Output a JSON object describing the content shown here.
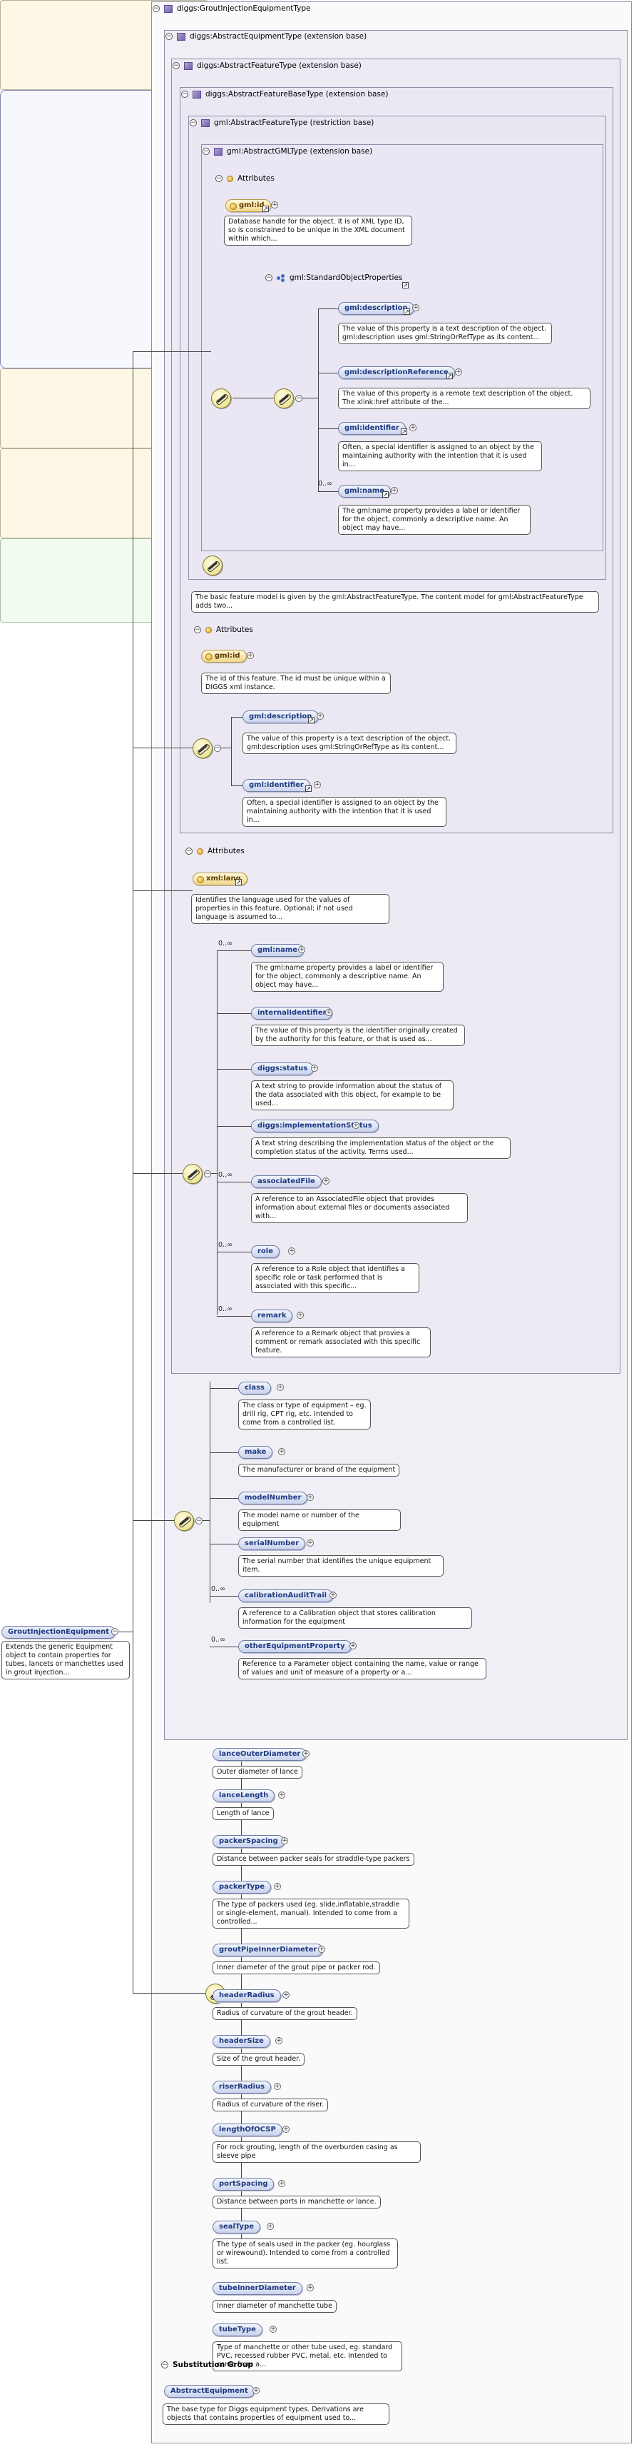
{
  "root": {
    "title": "diggs:GroutInjectionEquipmentType",
    "element": "GroutInjectionEquipment",
    "element_doc": "Extends the generic Equipment object to contain properties for tubes, lancets or manchettes used in grout injection..."
  },
  "bases": {
    "abstract_equipment": "diggs:AbstractEquipmentType (extension base)",
    "abstract_feature": "diggs:AbstractFeatureType (extension base)",
    "abstract_feature_base": "diggs:AbstractFeatureBaseType (extension base)",
    "gml_abstract_feature": "gml:AbstractFeatureType (restriction base)",
    "gml_abstract_gml": "gml:AbstractGMLType (extension base)"
  },
  "attributes_label": "Attributes",
  "gml_attrs": {
    "gml_id": "gml:id",
    "gml_id_doc": "Database handle for the object. It is of XML type ID, so is constrained to be unique in the XML document within which..."
  },
  "std_props": {
    "title": "gml:StandardObjectProperties",
    "items": [
      {
        "name": "gml:description",
        "doc": "The value of this property is a text description of the object. gml:description uses gml:StringOrRefType as its content..."
      },
      {
        "name": "gml:descriptionReference",
        "doc": "The value of this property is a remote text description of the object. The xlink:href attribute of the..."
      },
      {
        "name": "gml:identifier",
        "doc": "Often, a special identifier is assigned to an object by the maintaining authority with the intention that it is used in..."
      },
      {
        "name": "gml:name",
        "occ": "0..∞",
        "doc": "The gml:name property provides a label or identifier for the object, commonly a descriptive name. An object may have..."
      }
    ]
  },
  "gml_abstract_feature_doc": "The basic feature model is given by the gml:AbstractFeatureType. The content model for gml:AbstractFeatureType adds two...",
  "feature_base_attrs": {
    "gml_id": "gml:id",
    "gml_id_doc": "The id of this feature. The id must be unique within a DIGGS xml instance."
  },
  "feature_base_items": [
    {
      "name": "gml:description",
      "doc": "The value of this property is a text description of the object. gml:description uses gml:StringOrRefType as its content..."
    },
    {
      "name": "gml:identifier",
      "doc": "Often, a special identifier is assigned to an object by the maintaining authority with the intention that it is used in..."
    }
  ],
  "feature_attrs": {
    "xml_lang": "xml:lang",
    "xml_lang_doc": "Identifies the language used for the values of properties in this feature. Optional; if not used language is assumed to..."
  },
  "feature_items": [
    {
      "name": "gml:name",
      "occ": "0..∞",
      "doc": "The gml:name property provides a label or identifier for the object, commonly a descriptive name. An object may have..."
    },
    {
      "name": "internalIdentifier",
      "occ": "",
      "doc": "The value of this property is the identifier originally created by the authority for this feature, or that is used as..."
    },
    {
      "name": "diggs:status",
      "occ": "",
      "doc": "A text string to provide information about the status of the data associated with this object, for example to be used..."
    },
    {
      "name": "diggs:implementationStatus",
      "occ": "",
      "doc": "A text string describing the implementation status of the object or the completion status of the activity. Terms used..."
    },
    {
      "name": "associatedFile",
      "occ": "0..∞",
      "doc": "A reference to an AssociatedFile object that provides information about external files or documents associated with..."
    },
    {
      "name": "role",
      "occ": "0..∞",
      "doc": "A reference to a Role object that identifies a specific role or task performed that is associated with this specific..."
    },
    {
      "name": "remark",
      "occ": "0..∞",
      "doc": "A reference to a Remark object that provies a comment or remark associated with this specific feature."
    }
  ],
  "equipment_items": [
    {
      "name": "class",
      "occ": "",
      "doc": "The class or type of equipment – eg. drill rig, CPT rig, etc. Intended to come from a controlled list."
    },
    {
      "name": "make",
      "occ": "",
      "doc": "The manufacturer or brand of the equipment"
    },
    {
      "name": "modelNumber",
      "occ": "",
      "doc": "The model name or number of the equipment"
    },
    {
      "name": "serialNumber",
      "occ": "",
      "doc": "The serial number that identifies the unique equipment item."
    },
    {
      "name": "calibrationAuditTrail",
      "occ": "0..∞",
      "doc": "A reference to a Calibration object that stores calibration information for the equipment"
    },
    {
      "name": "otherEquipmentProperty",
      "occ": "0..∞",
      "doc": "Reference to a Parameter object containing the name, value or range of values and unit of measure of a property or a..."
    }
  ],
  "grout_items": [
    {
      "name": "lanceOuterDiameter",
      "doc": "Outer diameter of lance"
    },
    {
      "name": "lanceLength",
      "doc": "Length of lance"
    },
    {
      "name": "packerSpacing",
      "doc": "Distance between packer seals for straddle-type packers"
    },
    {
      "name": "packerType",
      "doc": "The type of packers used (eg. slide,inflatable,straddle or single-element, manual). Intended to come from a controlled..."
    },
    {
      "name": "groutPipeInnerDiameter",
      "doc": "Inner diameter of the grout pipe or packer rod."
    },
    {
      "name": "headerRadius",
      "doc": "Radius of curvature of the grout header."
    },
    {
      "name": "headerSize",
      "doc": "Size of the grout header."
    },
    {
      "name": "riserRadius",
      "doc": "Radius of curvature of the riser."
    },
    {
      "name": "lengthOfOCSP",
      "doc": "For rock grouting, length of the overburden casing as sleeve pipe"
    },
    {
      "name": "portSpacing",
      "doc": "Distance between ports in manchette or lance."
    },
    {
      "name": "sealType",
      "doc": "The type of seals used in the packer (eg. hourglass or wirewound). Intended to come from a controlled list."
    },
    {
      "name": "tubeInnerDiameter",
      "doc": "Inner diameter of manchette tube"
    },
    {
      "name": "tubeType",
      "doc": "Type of manchette or other tube used, eg. standard PVC, recessed rubber PVC, metal, etc. Intended to come from a..."
    }
  ],
  "substitution": {
    "title": "Substitution Group",
    "element": "AbstractEquipment",
    "doc": "The base type for Diggs equipment types. Derivations are objects that contains properties of equipment used to..."
  }
}
